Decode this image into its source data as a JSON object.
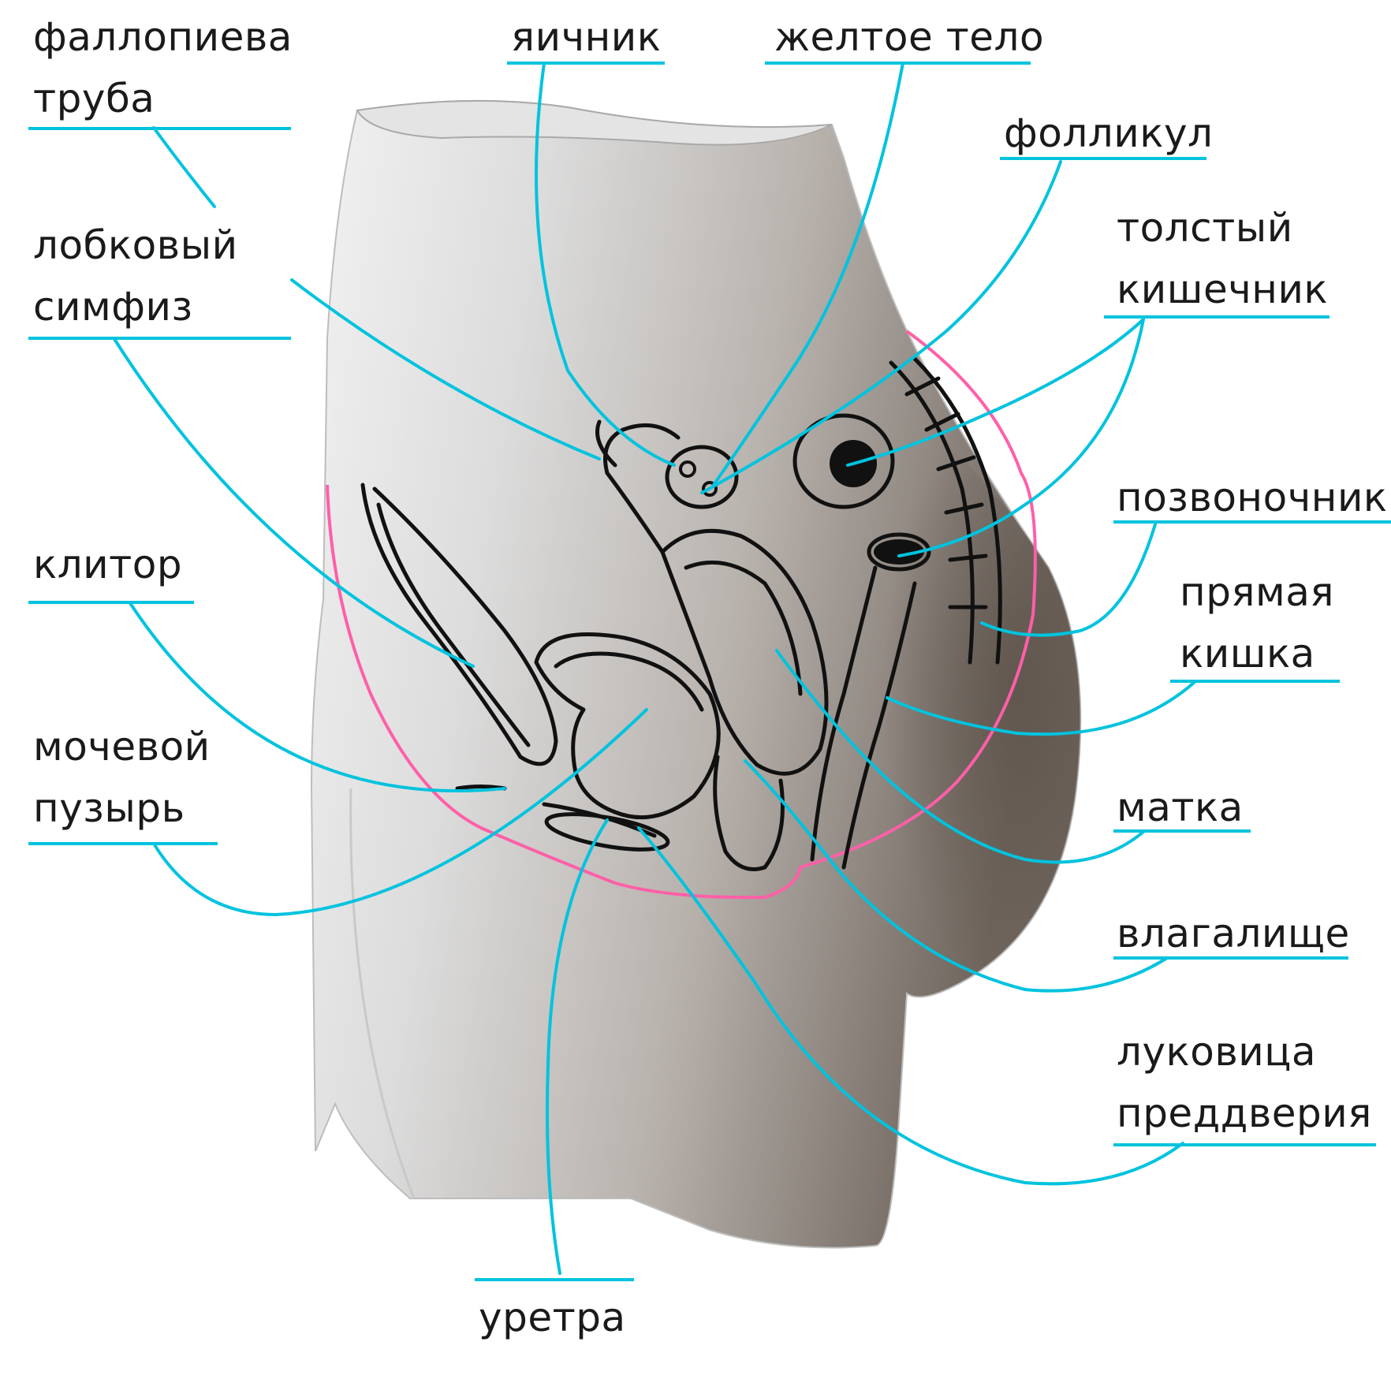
{
  "colors": {
    "leader": "#00c3de",
    "body_outline": "#ff5fa8",
    "organ_ink": "#111111",
    "torso_light": "#eeeeee",
    "torso_dark": "#7a7068"
  },
  "labels": {
    "fallopian_tube": [
      "фаллопиева",
      "труба"
    ],
    "pubic_symphysis": [
      "лобковый",
      "симфиз"
    ],
    "clitoris": [
      "клитор"
    ],
    "bladder": [
      "мочевой",
      "пузырь"
    ],
    "ovary": [
      "яичник"
    ],
    "corpus_luteum": [
      "желтое тело"
    ],
    "follicle": [
      "фолликул"
    ],
    "large_intestine": [
      "толстый",
      "кишечник"
    ],
    "spine": [
      "позвоночник"
    ],
    "rectum": [
      "прямая",
      "кишка"
    ],
    "uterus": [
      "матка"
    ],
    "vagina": [
      "влагалище"
    ],
    "vestibular_bulb": [
      "луковица",
      "преддверия"
    ],
    "urethra": [
      "уретра"
    ]
  }
}
